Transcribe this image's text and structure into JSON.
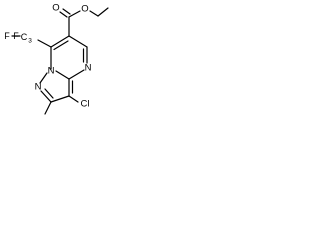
{
  "molecule": {
    "atom_labels": {
      "carbonyl_oxygen": "O",
      "ester_oxygen": "O",
      "cf3": "F",
      "cf3_f": "F",
      "n1": "N",
      "n7": "N",
      "n4": "N",
      "chlorine": "Cl"
    },
    "cf3_text": "F",
    "cf3_left": "F",
    "cf3_mid": "C",
    "cf3_sub": "3"
  },
  "colors": {
    "bond": "#000000",
    "background": "#ffffff"
  }
}
